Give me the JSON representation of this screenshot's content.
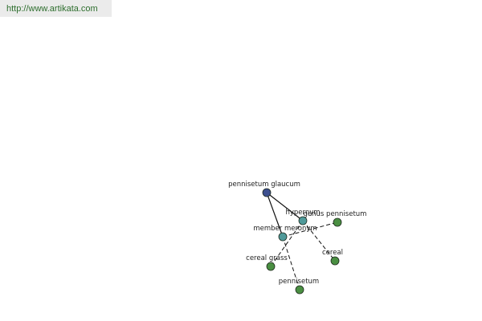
{
  "banner": {
    "url": "http://www.artikata.com"
  },
  "graph": {
    "nodes": [
      {
        "id": "pennisetum_glaucum",
        "label": "pennisetum glaucum",
        "kind": "root"
      },
      {
        "id": "hypernym",
        "label": "hypernym",
        "kind": "relation"
      },
      {
        "id": "member_meronym",
        "label": "member meronym",
        "kind": "relation"
      },
      {
        "id": "genus_pennisetum",
        "label": "genus pennisetum",
        "kind": "term"
      },
      {
        "id": "cereal",
        "label": "cereal",
        "kind": "term"
      },
      {
        "id": "cereal_grass",
        "label": "cereal grass",
        "kind": "term"
      },
      {
        "id": "pennisetum",
        "label": "pennisetum",
        "kind": "term"
      }
    ],
    "edges": [
      {
        "from": "pennisetum_glaucum",
        "to": "hypernym",
        "style": "solid"
      },
      {
        "from": "pennisetum_glaucum",
        "to": "member_meronym",
        "style": "solid"
      },
      {
        "from": "hypernym",
        "to": "cereal",
        "style": "dashed"
      },
      {
        "from": "hypernym",
        "to": "cereal_grass",
        "style": "dashed"
      },
      {
        "from": "member_meronym",
        "to": "genus_pennisetum",
        "style": "dashed"
      },
      {
        "from": "member_meronym",
        "to": "pennisetum",
        "style": "dashed"
      }
    ],
    "colors": {
      "root": "#3d4f8f",
      "relation": "#4f9a9a",
      "term": "#4a8f42",
      "stroke": "#1e2a1e",
      "edge": "#111111"
    }
  }
}
